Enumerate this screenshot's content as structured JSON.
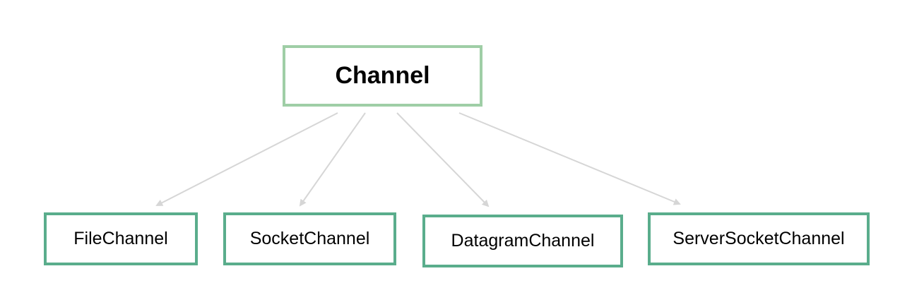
{
  "diagram": {
    "root": {
      "label": "Channel"
    },
    "children": [
      {
        "label": "FileChannel"
      },
      {
        "label": "SocketChannel"
      },
      {
        "label": "DatagramChannel"
      },
      {
        "label": "ServerSocketChannel"
      }
    ],
    "colors": {
      "root_border": "#9fcea6",
      "child_border": "#5aad8c",
      "edge": "#d6d6d6"
    }
  }
}
